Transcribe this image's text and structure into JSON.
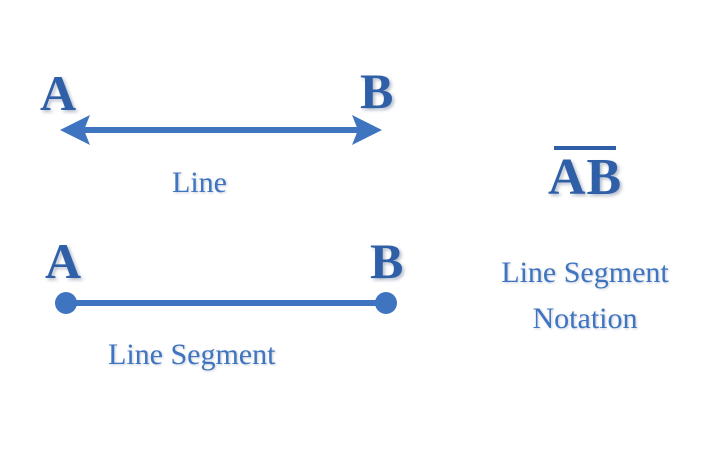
{
  "colors": {
    "primary": "#2f5fa6",
    "accent": "#3e74c0",
    "background": "#ffffff"
  },
  "line": {
    "point_a": "A",
    "point_b": "B",
    "caption": "Line"
  },
  "segment": {
    "point_a": "A",
    "point_b": "B",
    "caption": "Line Segment"
  },
  "notation": {
    "symbol": "AB",
    "caption_line1": "Line Segment",
    "caption_line2": "Notation"
  }
}
